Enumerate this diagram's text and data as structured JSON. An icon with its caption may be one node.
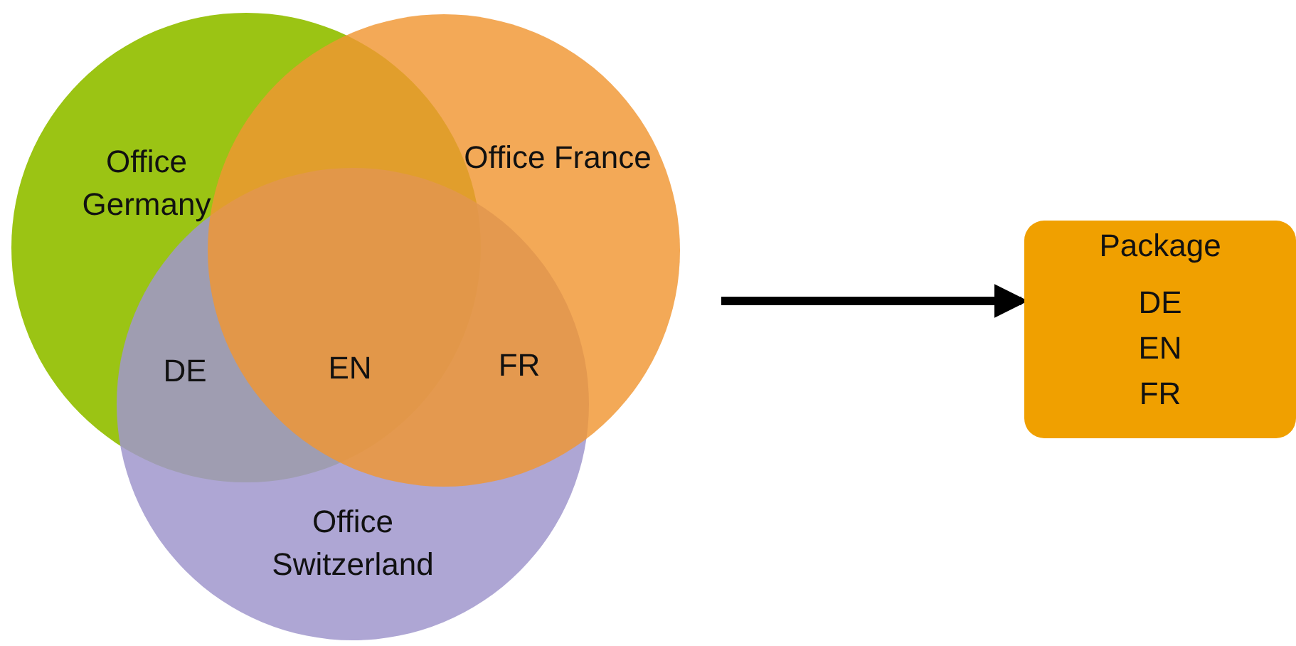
{
  "diagram": {
    "nodes": [
      {
        "text": [
          "Office Germany"
        ]
      },
      {
        "text": [
          "Office France"
        ]
      },
      {
        "text": [
          "Office Switzerland"
        ]
      },
      {
        "text": [
          "Package",
          "DE",
          "EN",
          "FR"
        ]
      }
    ],
    "edges": [
      {
        "from": null,
        "to": 3,
        "arrow": "to"
      }
    ],
    "labels": [
      "DE",
      "EN",
      "FR"
    ]
  }
}
